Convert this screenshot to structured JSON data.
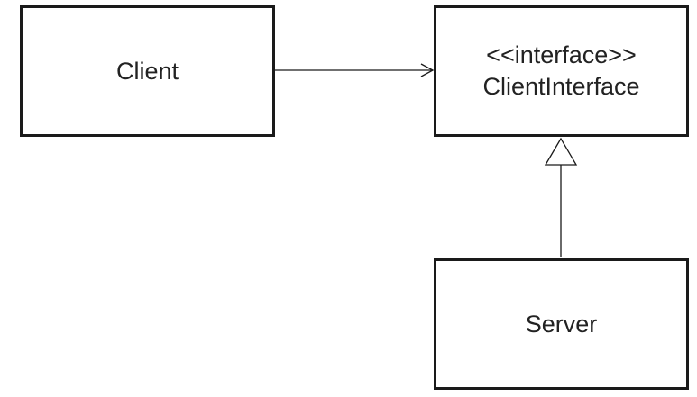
{
  "diagram": {
    "nodes": {
      "client": {
        "label": "Client"
      },
      "client_interface": {
        "stereotype": "<<interface>>",
        "label": "ClientInterface"
      },
      "server": {
        "label": "Server"
      }
    },
    "edges": [
      {
        "from": "client",
        "to": "client_interface",
        "kind": "association"
      },
      {
        "from": "server",
        "to": "client_interface",
        "kind": "realization"
      }
    ]
  }
}
